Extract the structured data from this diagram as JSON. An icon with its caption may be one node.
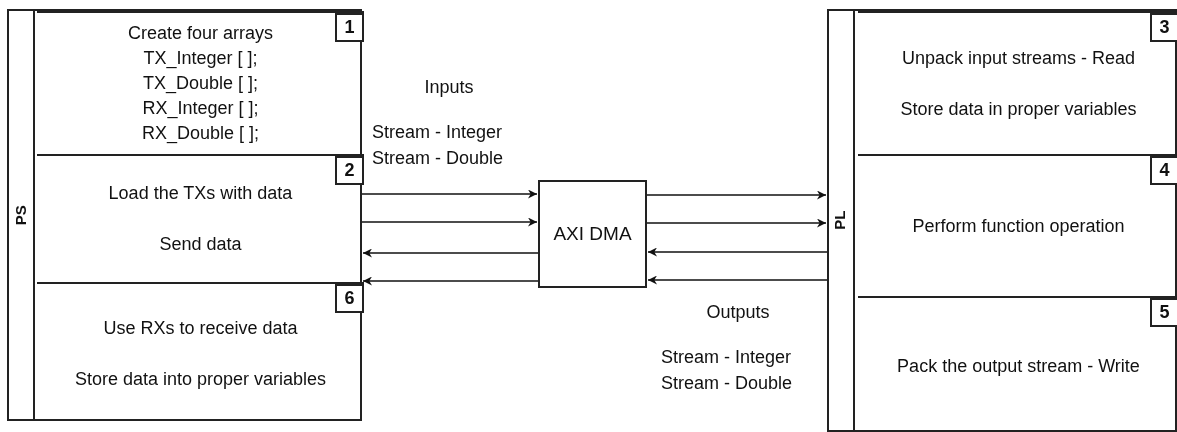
{
  "diagram": {
    "nodes": [
      {
        "text": [
          "PS"
        ]
      },
      {
        "text": [
          "Create four arrays",
          "TX_Integer [ ];",
          "TX_Double [ ];",
          "RX_Integer [ ];",
          "RX_Double [ ];"
        ],
        "in": 0
      },
      {
        "text": [
          "1"
        ],
        "in": 1
      },
      {
        "text": [
          "Load the TXs with data",
          "Send data"
        ],
        "in": 0
      },
      {
        "text": [
          "2"
        ],
        "in": 3
      },
      {
        "text": [
          "Use RXs to receive data",
          "Store data into proper variables"
        ],
        "in": 0
      },
      {
        "text": [
          "6"
        ],
        "in": 5
      },
      {
        "text": [
          "AXI DMA"
        ]
      },
      {
        "text": [
          "PL"
        ]
      },
      {
        "text": [
          "Unpack input streams - Read",
          "Store data in proper variables"
        ],
        "in": 8
      },
      {
        "text": [
          "3"
        ],
        "in": 9
      },
      {
        "text": [
          "Perform function operation"
        ],
        "in": 8
      },
      {
        "text": [
          "4"
        ],
        "in": 11
      },
      {
        "text": [
          "Pack the output stream - Write"
        ],
        "in": 8
      },
      {
        "text": [
          "5"
        ],
        "in": 13
      }
    ],
    "edges": [
      {
        "from": 3,
        "to": 7,
        "arrow": "to"
      },
      {
        "from": 3,
        "to": 7,
        "arrow": "to"
      },
      {
        "from": 7,
        "to": 3,
        "arrow": "to"
      },
      {
        "from": 7,
        "to": 5,
        "arrow": "to"
      },
      {
        "from": 7,
        "to": 8,
        "arrow": "to"
      },
      {
        "from": 7,
        "to": 8,
        "arrow": "to"
      },
      {
        "from": 8,
        "to": 7,
        "arrow": "to"
      },
      {
        "from": 8,
        "to": 7,
        "arrow": "to"
      }
    ],
    "labels": [
      "Inputs",
      "Stream - Integer",
      "Stream - Double",
      "Outputs",
      "Stream - Integer",
      "Stream - Double"
    ]
  }
}
